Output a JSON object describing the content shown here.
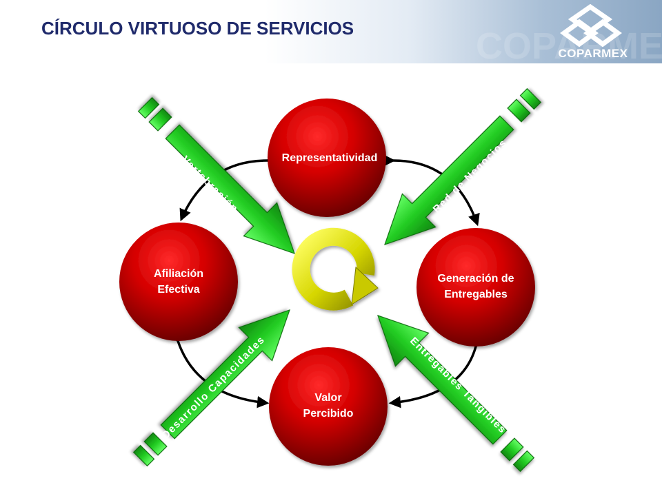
{
  "slide": {
    "title": "CÍRCULO VIRTUOSO DE SERVICIOS",
    "logo_text": "COPARMEX",
    "watermark_text": "COPARMEX",
    "logo_icon": "coparmex-logo-icon"
  },
  "nodes": {
    "top": "Representatividad",
    "left_line1": "Afiliación",
    "left_line2": "Efectiva",
    "right_line1": "Generación de",
    "right_line2": "Entregables",
    "bottom_line1": "Valor",
    "bottom_line2": "Percibido"
  },
  "arrows": {
    "top_left": "Vertebración",
    "top_right": "Red de Negocios",
    "bottom_left": "Desarrollo Capacidades",
    "bottom_right": "Entregables Tangibles"
  },
  "center_icon": "cycle-arrow-icon",
  "colors": {
    "title": "#1f2a6b",
    "node_red": "#c00000",
    "arrow_green": "#33cc33",
    "center_yellow": "#cccc00"
  }
}
